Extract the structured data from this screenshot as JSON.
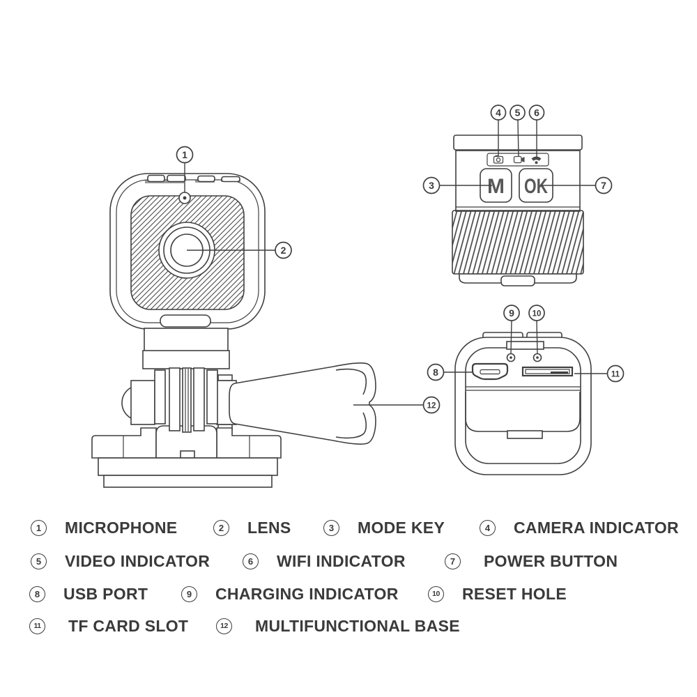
{
  "palette": {
    "background": "#ffffff",
    "line": "#3f3f3f",
    "text": "#3a3a3a"
  },
  "diagram": {
    "top_view": {
      "mode_button": "M",
      "ok_button": "OK"
    },
    "indicator_icons": [
      "camera-icon",
      "video-icon",
      "wifi-icon"
    ],
    "callout_numbers": [
      "1",
      "2",
      "3",
      "4",
      "5",
      "6",
      "7",
      "8",
      "9",
      "10",
      "11",
      "12"
    ]
  },
  "legend": {
    "items": [
      {
        "number": "1",
        "label": "MICROPHONE"
      },
      {
        "number": "2",
        "label": "LENS"
      },
      {
        "number": "3",
        "label": "MODE KEY"
      },
      {
        "number": "4",
        "label": "CAMERA INDICATOR"
      },
      {
        "number": "5",
        "label": "VIDEO INDICATOR"
      },
      {
        "number": "6",
        "label": "WIFI INDICATOR"
      },
      {
        "number": "7",
        "label": "POWER BUTTON"
      },
      {
        "number": "8",
        "label": "USB PORT"
      },
      {
        "number": "9",
        "label": "CHARGING INDICATOR"
      },
      {
        "number": "10",
        "label": "RESET HOLE"
      },
      {
        "number": "11",
        "label": "TF CARD SLOT"
      },
      {
        "number": "12",
        "label": "MULTIFUNCTIONAL BASE"
      }
    ]
  }
}
